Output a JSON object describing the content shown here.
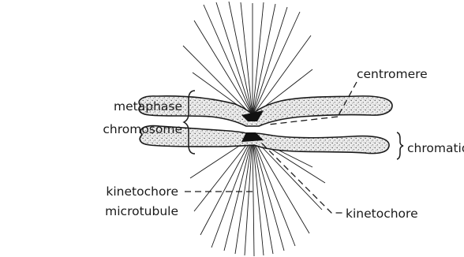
{
  "labels": {
    "centromere": "centromere",
    "metaphase_line1": "metaphase",
    "metaphase_line2": "chromosome",
    "chromatid": "chromatid",
    "kinetochore_microtubule_line1": "kinetochore",
    "kinetochore_microtubule_line2": "microtubule",
    "kinetochore": "kinetochore"
  },
  "colors": {
    "ink": "#1a1a1a",
    "stipple": "#e8e8e8"
  }
}
